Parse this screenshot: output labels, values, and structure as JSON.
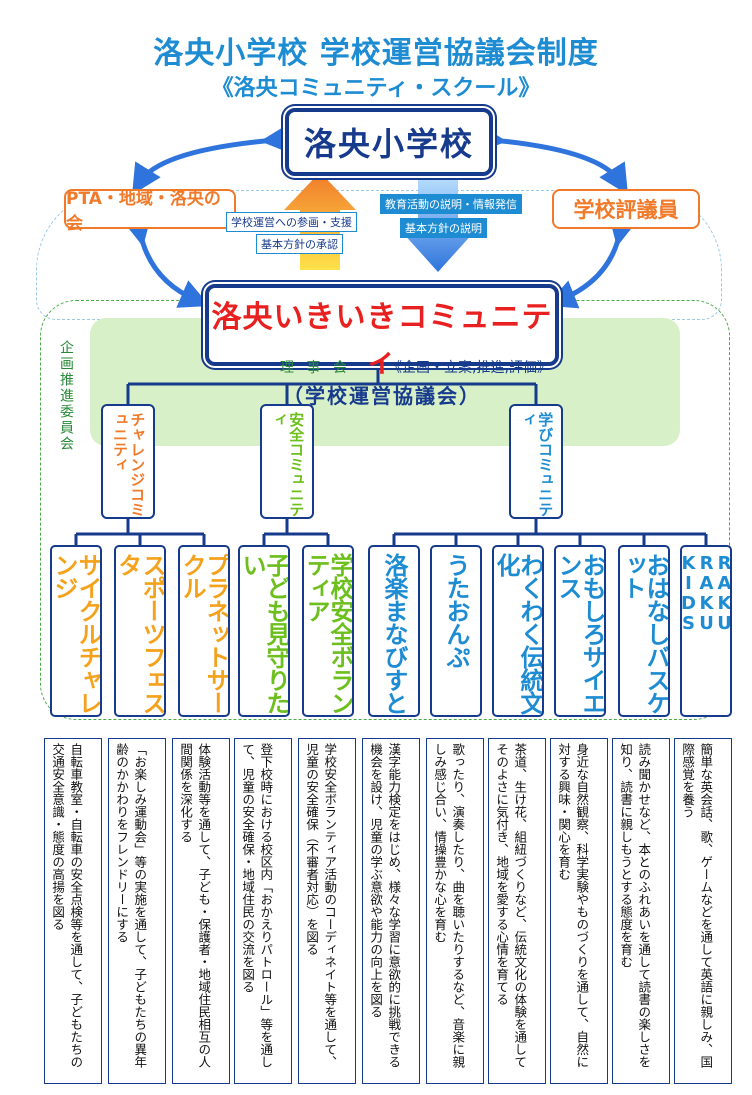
{
  "title": "洛央小学校 学校運営協議会制度",
  "subtitle": "《洛央コミュニティ・スクール》",
  "school": "洛央小学校",
  "pta": "PTA・地域・洛央の会",
  "evaluators": "学校評議員",
  "up_arrow_labels": [
    "学校運営への参画・支援",
    "基本方針の承認"
  ],
  "down_arrow_labels": [
    "教育活動の説明・情報発信",
    "基本方針の説明"
  ],
  "community_main": "洛央いきいきコミュニティ",
  "community_sub": "（学校運営協議会）",
  "board": "理 事 会",
  "board_detail": "《企画・立案,推進,評価》",
  "planning_committee": "企画推進委員会",
  "colors": {
    "title_blue": "#1e8cd2",
    "navy": "#163a8c",
    "orange": "#f07a2a",
    "red": "#e8201f",
    "green": "#6cbf1c",
    "light_green": "#d8f0c8",
    "yellow_orange": "#f4a21c",
    "blue_arrow": "#2f74dc"
  },
  "communities": [
    {
      "label": "チャレンジコミュニティ",
      "color": "#f07a2a"
    },
    {
      "label": "安全コミュニティ",
      "color": "#6cbf1c"
    },
    {
      "label": "学びコミュニティ",
      "color": "#1e8cd2"
    }
  ],
  "activities": [
    {
      "label": "サイクルチャレンジ",
      "color": "#f4a21c",
      "desc": "自転車教室・自転車の安全点検等を通して、子どもたちの交通安全意識・態度の高揚を図る"
    },
    {
      "label": "スポーツフェスタ",
      "color": "#f4a21c",
      "desc": "「お楽しみ運動会」等の実施を通して、子どもたちの異年齢のかかわりをフレンドリーにする"
    },
    {
      "label": "プラネットサークル",
      "color": "#f4a21c",
      "desc": "体験活動等を通して、子ども・保護者・地域住民相互の人間関係を深化する"
    },
    {
      "label": "子ども見守りたい",
      "color": "#6cbf1c",
      "desc": "登下校時における校区内「おかえりパトロール」等を通して、児童の安全確保・地域住民の交流を図る"
    },
    {
      "label": "学校安全ボランティア",
      "color": "#6cbf1c",
      "desc": "学校安全ボランティア活動のコーディネイト等を通して、児童の安全確保（不審者対応）を図る"
    },
    {
      "label": "洛楽まなびすと",
      "color": "#1e8cd2",
      "desc": "漢字能力検定をはじめ、様々な学習に意欲的に挑戦できる機会を設け、児童の学ぶ意欲や能力の向上を図る"
    },
    {
      "label": "うたおんぷ",
      "color": "#1e8cd2",
      "desc": "歌ったり、演奏したり、曲を聴いたりするなど、音楽に親しみ感じ合い、情操豊かな心を育む"
    },
    {
      "label": "わくわく伝統文化",
      "color": "#1e8cd2",
      "desc": "茶道、生け花、組紐づくりなど、伝統文化の体験を通してそのよさに気付き、地域を愛する心情を育てる"
    },
    {
      "label": "おもしろサイエンス",
      "color": "#1e8cd2",
      "desc": "身近な自然観察、科学実験やものづくりを通して、自然に対する興味・関心を育む"
    },
    {
      "label": "おはなしバスケット",
      "color": "#1e8cd2",
      "desc": "読み聞かせなど、本とのふれあいを通して読書の楽しさを知り、読書に親しもうとする態度を育む"
    },
    {
      "label": "RAKU RAKU KIDS",
      "color": "#1e8cd2",
      "desc": "簡単な英会話、歌、ゲームなどを通して英語に親しみ、国際感覚を養う"
    }
  ]
}
